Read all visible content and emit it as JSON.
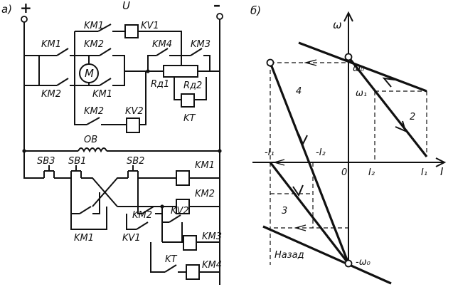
{
  "panel_a": {
    "letter": "a)",
    "plus": "+",
    "minus": "–",
    "voltage": "U",
    "km1": "KM1",
    "km2": "KM2",
    "km3": "KM3",
    "km4": "KM4",
    "kv1": "KV1",
    "kv2": "KV2",
    "kt": "KT",
    "motor": "M",
    "rd1": "Rд1",
    "rd2": "Rд2",
    "ob": "OB",
    "sb1": "SB1",
    "sb2": "SB2",
    "sb3": "SB3"
  },
  "panel_b": {
    "letter": "б)",
    "omega_axis": "ω",
    "current_axis": "I",
    "omega0": "ω₀",
    "omega1": "ω₁",
    "minus_omega0": "-ω₀",
    "i1": "I₁",
    "i2": "I₂",
    "minus_i1": "-I₁",
    "minus_i2": "-I₂",
    "origin": "0",
    "line2": "2",
    "line3": "3",
    "line4": "4",
    "backward": "Назад"
  }
}
